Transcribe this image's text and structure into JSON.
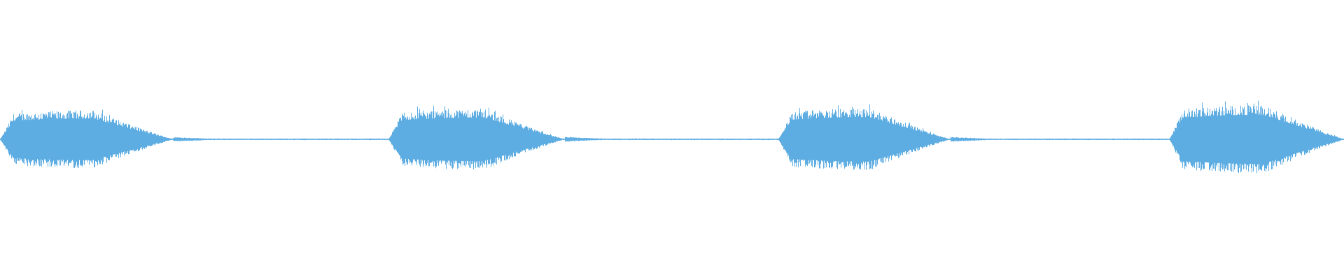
{
  "waveform": {
    "color": "#5dade2",
    "background": "#ffffff",
    "baseline_amplitude": 0.012,
    "bursts": [
      {
        "index": 1,
        "start": 0.0,
        "end": 0.129,
        "peak": 0.46,
        "attack": 0.01,
        "release": 0.06
      },
      {
        "index": 2,
        "start": 0.289,
        "end": 0.42,
        "peak": 0.48,
        "attack": 0.01,
        "release": 0.06
      },
      {
        "index": 3,
        "start": 0.579,
        "end": 0.707,
        "peak": 0.49,
        "attack": 0.01,
        "release": 0.06
      },
      {
        "index": 4,
        "start": 0.87,
        "end": 1.0,
        "peak": 0.54,
        "attack": 0.01,
        "release": 0.06
      }
    ]
  }
}
